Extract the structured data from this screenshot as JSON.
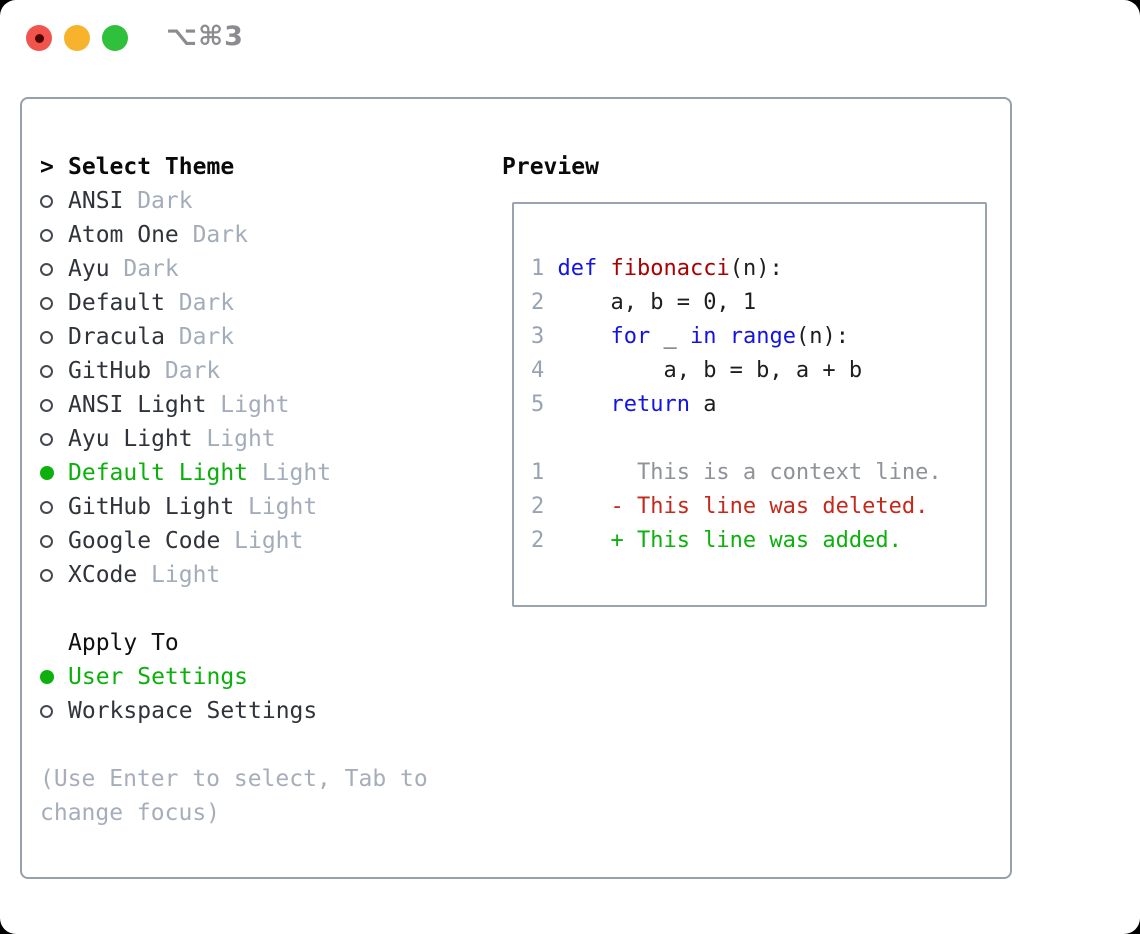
{
  "window": {
    "title": "⌥⌘3",
    "traffic_lights": [
      {
        "name": "close-button",
        "color": "#f1544c",
        "dot": true
      },
      {
        "name": "minimize-button",
        "color": "#f6b32b",
        "dot": false
      },
      {
        "name": "zoom-button",
        "color": "#2fc03c",
        "dot": false
      }
    ]
  },
  "theme_picker": {
    "cursor": ">",
    "heading": "Select Theme",
    "items": [
      {
        "name": "ANSI",
        "variant": "Dark",
        "selected": false
      },
      {
        "name": "Atom One",
        "variant": "Dark",
        "selected": false
      },
      {
        "name": "Ayu",
        "variant": "Dark",
        "selected": false
      },
      {
        "name": "Default",
        "variant": "Dark",
        "selected": false
      },
      {
        "name": "Dracula",
        "variant": "Dark",
        "selected": false
      },
      {
        "name": "GitHub",
        "variant": "Dark",
        "selected": false
      },
      {
        "name": "ANSI Light",
        "variant": "Light",
        "selected": false
      },
      {
        "name": "Ayu Light",
        "variant": "Light",
        "selected": false
      },
      {
        "name": "Default Light",
        "variant": "Light",
        "selected": true
      },
      {
        "name": "GitHub Light",
        "variant": "Light",
        "selected": false
      },
      {
        "name": "Google Code",
        "variant": "Light",
        "selected": false
      },
      {
        "name": "XCode",
        "variant": "Light",
        "selected": false
      }
    ]
  },
  "apply_to": {
    "heading": "Apply To",
    "options": [
      {
        "label": "User Settings",
        "selected": true
      },
      {
        "label": "Workspace Settings",
        "selected": false
      }
    ]
  },
  "hint": {
    "line1": "(Use Enter to select, Tab to",
    "line2": "change focus)"
  },
  "preview": {
    "heading": "Preview",
    "code_lines": [
      {
        "lineno": "1",
        "tokens": [
          {
            "t": " "
          },
          {
            "t": "def",
            "c": "kw"
          },
          {
            "t": " "
          },
          {
            "t": "fibonacci",
            "c": "fn"
          },
          {
            "t": "(n):"
          }
        ]
      },
      {
        "lineno": "2",
        "tokens": [
          {
            "t": "     a, b = 0, 1"
          }
        ]
      },
      {
        "lineno": "3",
        "tokens": [
          {
            "t": "     "
          },
          {
            "t": "for",
            "c": "kw"
          },
          {
            "t": " _ "
          },
          {
            "t": "in",
            "c": "kw"
          },
          {
            "t": " "
          },
          {
            "t": "range",
            "c": "kw"
          },
          {
            "t": "(n):"
          }
        ]
      },
      {
        "lineno": "4",
        "tokens": [
          {
            "t": "         a, b = b, a + b"
          }
        ]
      },
      {
        "lineno": "5",
        "tokens": [
          {
            "t": "     "
          },
          {
            "t": "return",
            "c": "kw"
          },
          {
            "t": " a"
          }
        ]
      },
      {
        "lineno": "",
        "tokens": []
      },
      {
        "lineno": "1",
        "tokens": [
          {
            "t": "       This is a context line.",
            "c": "ctx"
          }
        ]
      },
      {
        "lineno": "2",
        "tokens": [
          {
            "t": "     - This line was deleted.",
            "c": "del"
          }
        ]
      },
      {
        "lineno": "2",
        "tokens": [
          {
            "t": "     + This line was added.",
            "c": "add"
          }
        ]
      }
    ]
  },
  "colors": {
    "accent_green": "#0db00d",
    "keyword_blue": "#1414e0",
    "function_red": "#a90000",
    "deleted_red": "#c5291c",
    "added_green": "#0db00d",
    "context_gray": "#8f9296",
    "muted_gray": "#a3adba",
    "panel_border": "#97a1ac"
  }
}
